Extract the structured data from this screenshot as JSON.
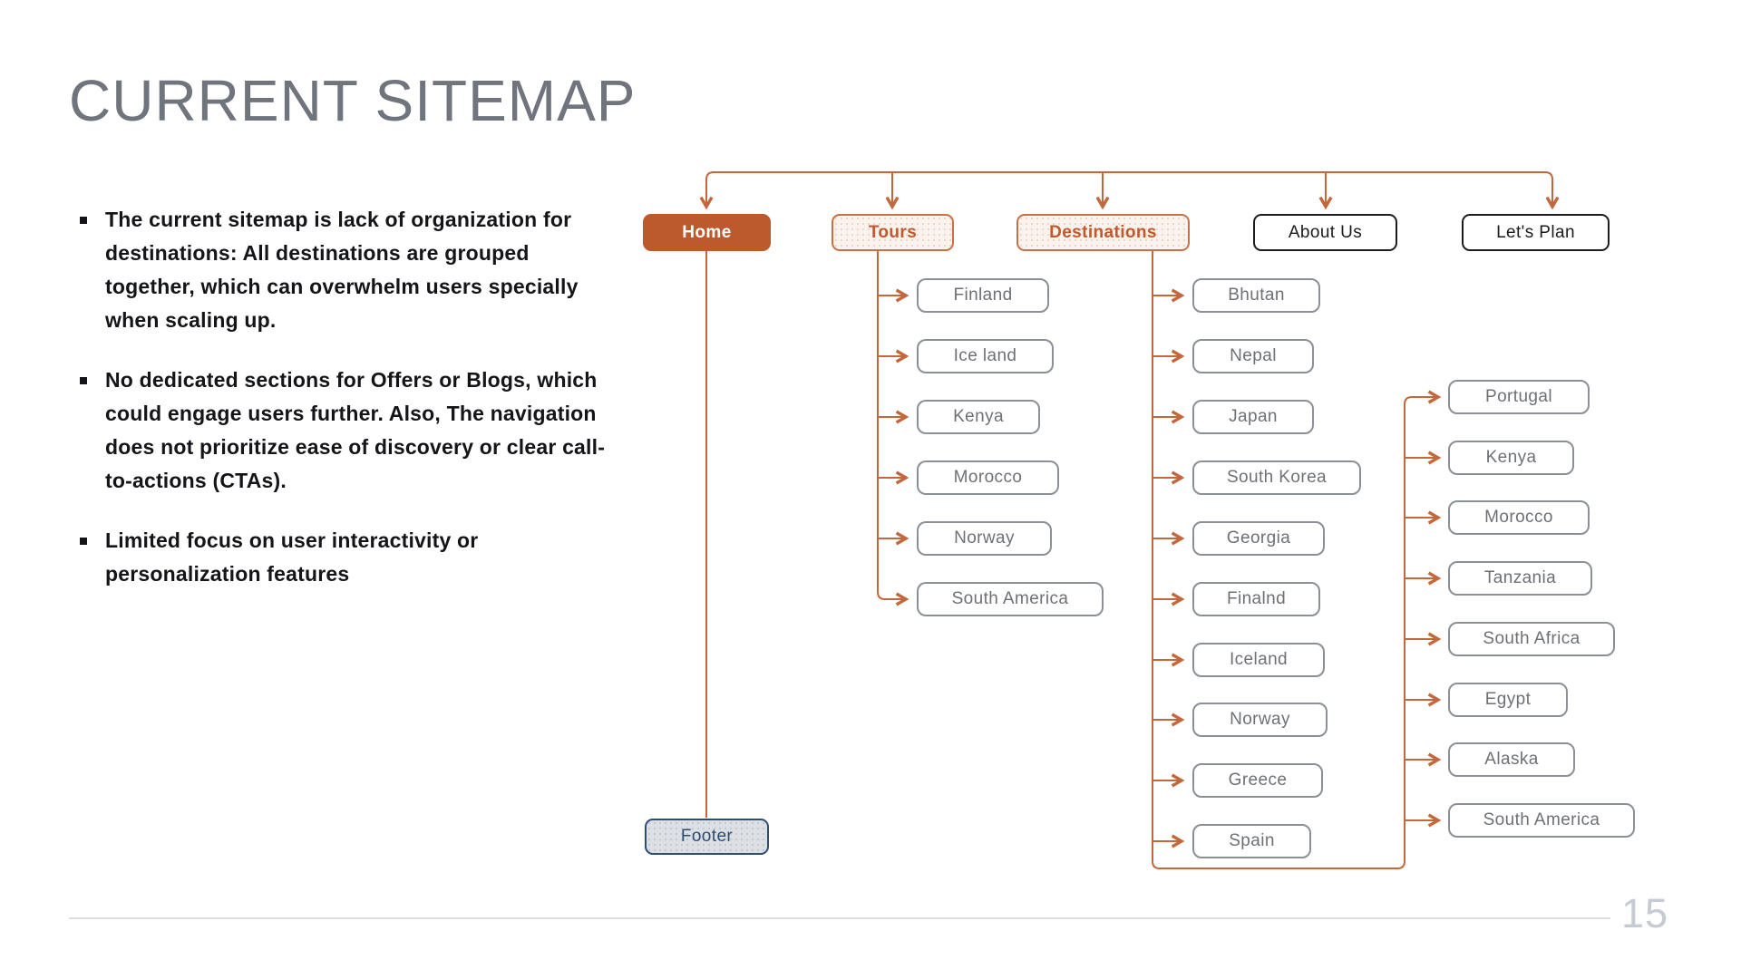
{
  "slide": {
    "title": "CURRENT SITEMAP",
    "page_number": "15",
    "bullets": [
      "The current sitemap is lack of organization for destinations: All destinations are grouped together, which can overwhelm users specially when scaling up.",
      "No dedicated sections for Offers or Blogs, which could engage users further. Also, The navigation does not prioritize ease of discovery or clear call-to-actions (CTAs).",
      "Limited focus on user interactivity or personalization features"
    ]
  },
  "sitemap": {
    "nav": {
      "home": "Home",
      "tours": "Tours",
      "destinations": "Destinations",
      "about": "About Us",
      "lets_plan": "Let's Plan"
    },
    "footer": "Footer",
    "tours_children": [
      "Finland",
      "Ice land",
      "Kenya",
      "Morocco",
      "Norway",
      "South America"
    ],
    "destinations_children": [
      "Bhutan",
      "Nepal",
      "Japan",
      "South Korea",
      "Georgia",
      "Finalnd",
      "Iceland",
      "Norway",
      "Greece",
      "Spain"
    ],
    "destinations_children_right": [
      "Portugal",
      "Kenya",
      "Morocco",
      "Tanzania",
      "South Africa",
      "Egypt",
      "Alaska",
      "South America"
    ],
    "colors": {
      "accent_orange": "#C2683C",
      "home_fill": "#BC5A2E",
      "tours_text": "#C05A2E",
      "node_border": "#8B9097",
      "node_text": "#6D7176",
      "footer_fill": "#DCE0E5",
      "footer_text": "#2F4C71"
    }
  }
}
